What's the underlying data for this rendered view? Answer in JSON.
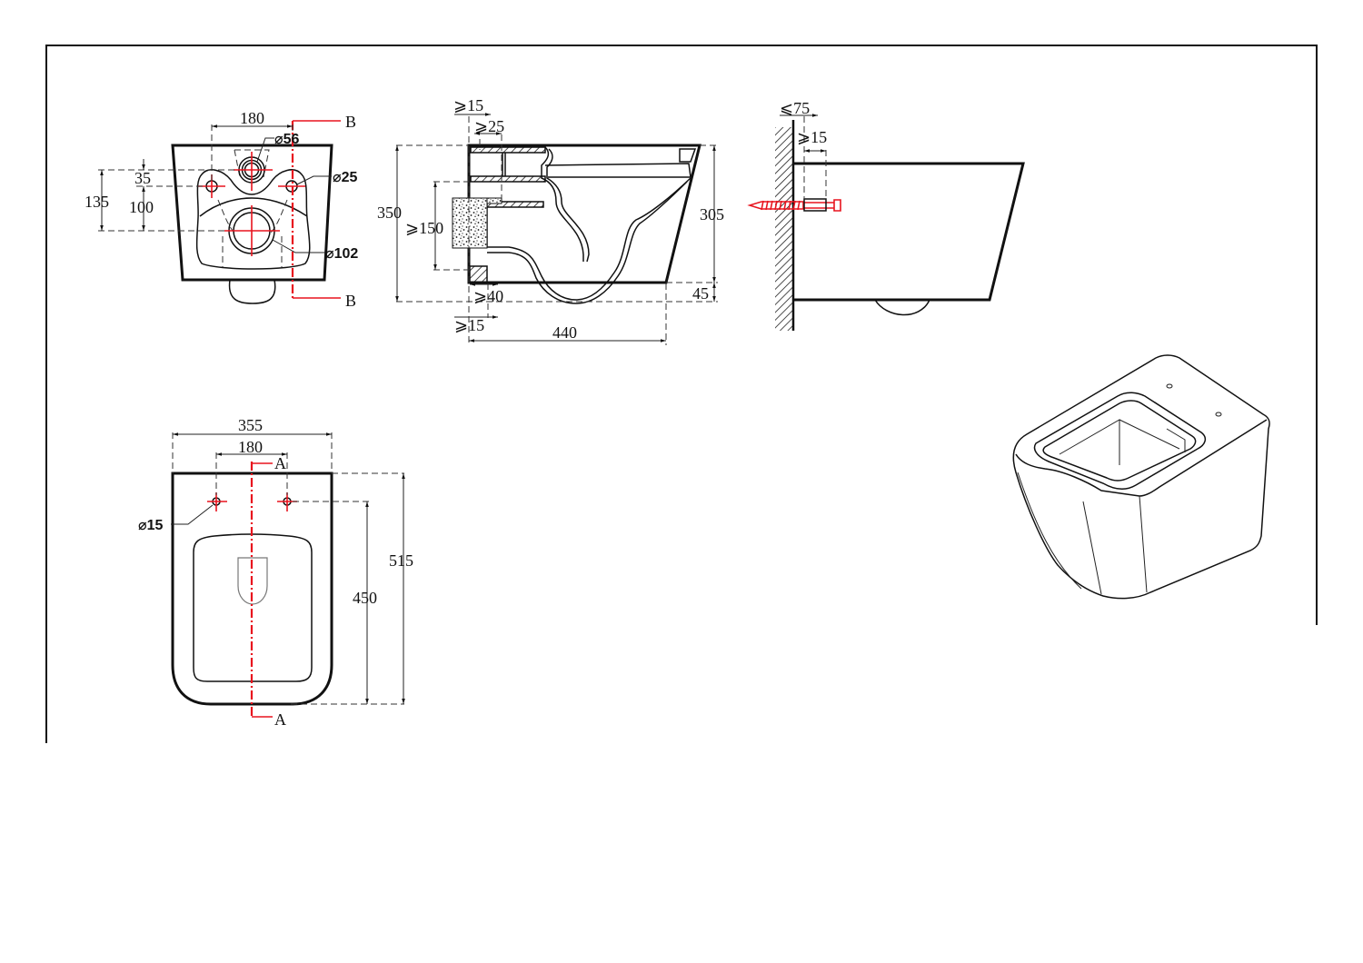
{
  "colors": {
    "line": "#111111",
    "centerline": "#e8141e"
  },
  "top_view": {
    "width_180": "180",
    "height_135": "135",
    "offset_35": "35",
    "offset_100": "100",
    "dia_56": "⌀56",
    "dia_25": "⌀25",
    "dia_102": "⌀102",
    "section_top": "B",
    "section_bottom": "B"
  },
  "section_view": {
    "min_15_top": "⩾15",
    "min_25": "⩾25",
    "height_350": "350",
    "min_150": "⩾150",
    "height_305": "305",
    "height_45": "45",
    "min_40": "⩾40",
    "min_15_bottom": "⩾15",
    "length_440": "440"
  },
  "side_view": {
    "max_75": "⩽75",
    "min_15": "⩾15"
  },
  "bottom_view": {
    "width_355": "355",
    "width_180": "180",
    "section_top": "A",
    "section_bottom": "A",
    "dia_15": "⌀15",
    "length_515": "515",
    "length_450": "450"
  }
}
